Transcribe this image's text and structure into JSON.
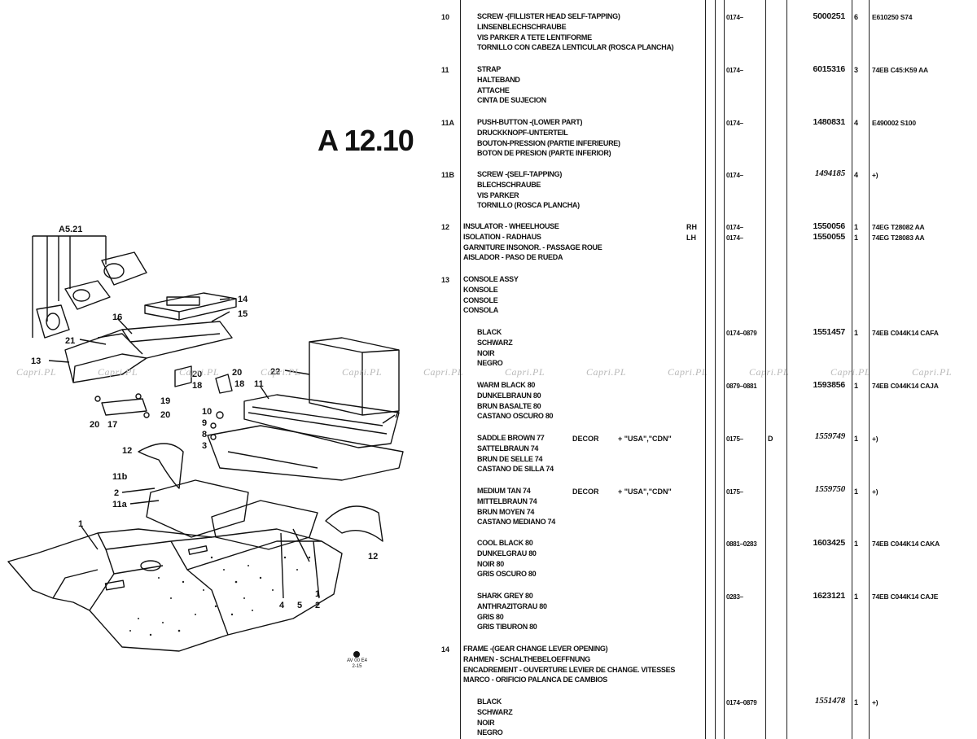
{
  "page": {
    "title": "A 12.10",
    "diagram_footer_line1": "AV 00 E4",
    "diagram_footer_line2": "2-15",
    "watermark": "Capri.PL"
  },
  "diagram": {
    "callouts": [
      "A5.21",
      "14",
      "15",
      "16",
      "21",
      "13",
      "20",
      "18",
      "20",
      "18",
      "19",
      "20",
      "17",
      "20",
      "22",
      "11",
      "10",
      "9",
      "8",
      "3",
      "7",
      "12",
      "11b",
      "2",
      "11a",
      "1",
      "12",
      "4",
      "5",
      "1",
      "2"
    ]
  },
  "entries": [
    {
      "pos": "10",
      "lines": [
        "SCREW -(FILLISTER HEAD SELF-TAPPING)",
        "LINSENBLECHSCHRAUBE",
        "VIS PARKER A TETE LENTIFORME",
        "TORNILLO CON CABEZA LENTICULAR (ROSCA PLANCHA)"
      ],
      "year": "0174–",
      "part": "5000251",
      "qty": "6",
      "code": "E610250 S74"
    },
    {
      "pos": "11",
      "lines": [
        "STRAP",
        "HALTEBAND",
        "ATTACHE",
        "CINTA DE SUJECION"
      ],
      "year": "0174–",
      "part": "6015316",
      "qty": "3",
      "code": "74EB C45:K59 AA"
    },
    {
      "pos": "11A",
      "lines": [
        "PUSH-BUTTON -(LOWER PART)",
        "DRUCKKNOPF-UNTERTEIL",
        "BOUTON-PRESSION (PARTIE INFERIEURE)",
        "BOTON DE PRESION (PARTE INFERIOR)"
      ],
      "year": "0174–",
      "part": "1480831",
      "qty": "4",
      "code": "E490002 S100"
    },
    {
      "pos": "11B",
      "lines": [
        "SCREW -(SELF-TAPPING)",
        "BLECHSCHRAUBE",
        "VIS PARKER",
        "TORNILLO (ROSCA PLANCHA)"
      ],
      "year": "0174–",
      "part": "1494185",
      "qty": "4",
      "code": "+)"
    },
    {
      "pos": "12",
      "lines": [
        "INSULATOR - WHEELHOUSE",
        "ISOLATION - RADHAUS",
        "GARNITURE INSONOR. - PASSAGE ROUE",
        "AISLADOR - PASO DE RUEDA"
      ],
      "side1": "RH",
      "side2": "LH",
      "year": "0174–",
      "year2": "0174–",
      "part": "1550056",
      "part2": "1550055",
      "qty": "1",
      "qty2": "1",
      "code": "74EG T28082 AA",
      "code2": "74EG T28083 AA"
    },
    {
      "pos": "13",
      "lines": [
        "CONSOLE ASSY",
        "KONSOLE",
        "CONSOLE",
        "CONSOLA"
      ]
    },
    {
      "lines": [
        "BLACK",
        "SCHWARZ",
        "NOIR",
        "NEGRO"
      ],
      "year": "0174–0879",
      "part": "1551457",
      "qty": "1",
      "code": "74EB C044K14 CAFA"
    },
    {
      "lines": [
        "WARM BLACK 80",
        "DUNKELBRAUN 80",
        "BRUN BASALTE 80",
        "CASTANO OSCURO 80"
      ],
      "year": "0879–0881",
      "part": "1593856",
      "qty": "1",
      "code": "74EB C044K14 CAJA"
    },
    {
      "lines": [
        "SADDLE BROWN 77",
        "SATTELBRAUN 74",
        "BRUN DE SELLE 74",
        "CASTANO DE SILLA 74"
      ],
      "decor": "DECOR",
      "market": "+ \"USA\",\"CDN\"",
      "year": "0175–",
      "flag": "D",
      "part": "1559749",
      "qty": "1",
      "code": "+)"
    },
    {
      "lines": [
        "MEDIUM TAN 74",
        "MITTELBRAUN 74",
        "BRUN MOYEN 74",
        "CASTANO MEDIANO 74"
      ],
      "decor": "DECOR",
      "market": "+ \"USA\",\"CDN\"",
      "year": "0175–",
      "part": "1559750",
      "qty": "1",
      "code": "+)"
    },
    {
      "lines": [
        "COOL BLACK 80",
        "DUNKELGRAU 80",
        "NOIR 80",
        "GRIS OSCURO 80"
      ],
      "year": "0881–0283",
      "part": "1603425",
      "qty": "1",
      "code": "74EB C044K14 CAKA"
    },
    {
      "lines": [
        "SHARK GREY 80",
        "ANTHRAZITGRAU 80",
        "GRIS 80",
        "GRIS TIBURON 80"
      ],
      "year": "0283–",
      "part": "1623121",
      "qty": "1",
      "code": "74EB C044K14 CAJE"
    },
    {
      "pos": "14",
      "lines": [
        "FRAME -(GEAR CHANGE LEVER OPENING)",
        "RAHMEN - SCHALTHEBELOEFFNUNG",
        "ENCADREMENT - OUVERTURE LEVIER DE CHANGE. VITESSES",
        "MARCO - ORIFICIO PALANCA DE CAMBIOS"
      ]
    },
    {
      "lines": [
        "BLACK",
        "SCHWARZ",
        "NOIR",
        "NEGRO"
      ],
      "year": "0174–0879",
      "part": "1551478",
      "qty": "1",
      "code": "+)"
    }
  ]
}
